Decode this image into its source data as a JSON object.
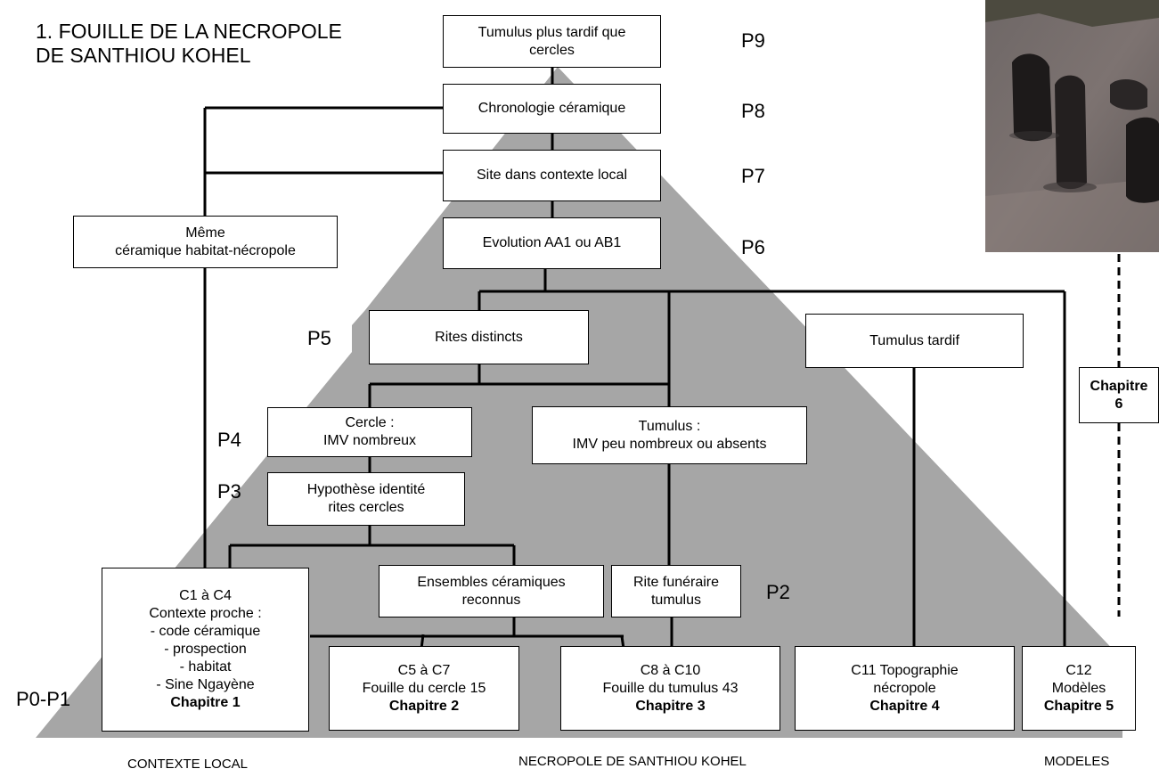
{
  "title": {
    "line1": "1. FOUILLE DE LA NECROPOLE",
    "line2": "DE SANTHIOU KOHEL"
  },
  "levels": {
    "p9": "P9",
    "p8": "P8",
    "p7": "P7",
    "p6": "P6",
    "p5": "P5",
    "p4": "P4",
    "p3": "P3",
    "p2": "P2",
    "p0p1": "P0-P1"
  },
  "boxes": {
    "tumulus_tardif_cercles": [
      "Tumulus plus tardif que",
      "cercles"
    ],
    "chronologie": "Chronologie céramique",
    "site_contexte": "Site dans contexte local",
    "evolution": "Evolution AA1 ou AB1",
    "meme_ceramique": [
      "Même",
      "céramique habitat-nécropole"
    ],
    "rites_distincts": "Rites distincts",
    "tumulus_tardif": "Tumulus tardif",
    "cercle": [
      "Cercle :",
      "IMV nombreux"
    ],
    "tumulus_imv": [
      "Tumulus :",
      "IMV peu nombreux  ou absents"
    ],
    "hypothese": [
      "Hypothèse identité",
      "rites cercles"
    ],
    "ensembles": [
      "Ensembles céramiques",
      "reconnus"
    ],
    "rite_funeraire": [
      "Rite funéraire",
      "tumulus"
    ],
    "c1_c4": {
      "lines": [
        "C1 à C4",
        "Contexte proche :",
        "- code céramique",
        "- prospection",
        "- habitat",
        "- Sine Ngayène"
      ],
      "chapter": "Chapitre 1"
    },
    "c5_c7": {
      "lines": [
        "C5 à C7",
        "Fouille du cercle 15"
      ],
      "chapter": "Chapitre 2"
    },
    "c8_c10": {
      "lines": [
        "C8 à C10",
        "Fouille du tumulus 43"
      ],
      "chapter": "Chapitre 3"
    },
    "c11": {
      "lines": [
        "C11 Topographie",
        "nécropole"
      ],
      "chapter": "Chapitre 4"
    },
    "c12": {
      "lines": [
        "C12",
        "Modèles"
      ],
      "chapter": "Chapitre 5"
    },
    "chapitre6": [
      "Chapitre",
      "6"
    ]
  },
  "footer": {
    "left": "CONTEXTE LOCAL",
    "center": "NECROPOLE DE SANTHIOU KOHEL",
    "right": "MODELES"
  },
  "colors": {
    "background": "#000000",
    "page": "#ffffff",
    "pyramid": "#a6a6a6",
    "lines": "#000000"
  }
}
